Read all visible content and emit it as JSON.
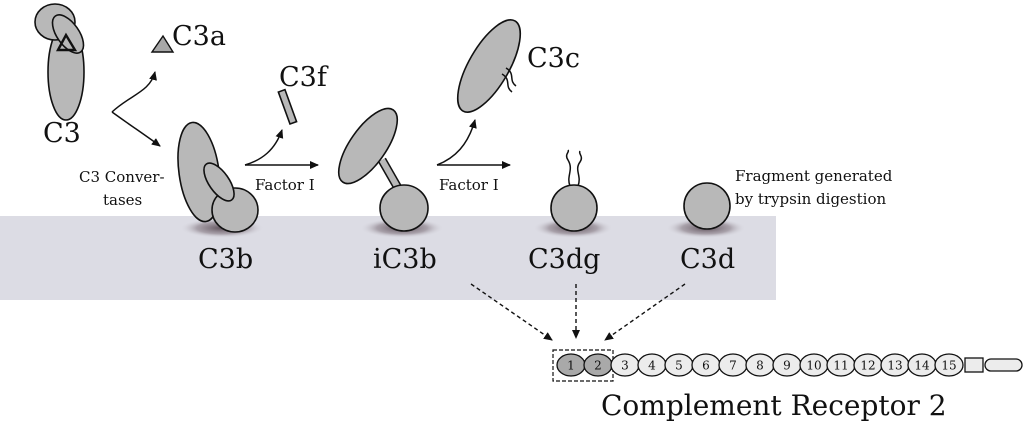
{
  "labels": {
    "c3": "C3",
    "c3a": "C3a",
    "c3f": "C3f",
    "c3c": "C3c",
    "c3_convertases_line1": "C3 Conver-",
    "c3_convertases_line2": "tases",
    "factor_i_1": "Factor I",
    "factor_i_2": "Factor I",
    "fragment_line1": "Fragment generated",
    "fragment_line2": "by trypsin digestion",
    "c3b": "C3b",
    "ic3b": "iC3b",
    "c3dg": "C3dg",
    "c3d": "C3d",
    "receptor_title": "Complement Receptor 2"
  },
  "receptor_domains": [
    "1",
    "2",
    "3",
    "4",
    "5",
    "6",
    "7",
    "8",
    "9",
    "10",
    "11",
    "12",
    "13",
    "14",
    "15"
  ],
  "colors": {
    "fragment_fill": "#b8b8b8",
    "membrane": "#dcdce4",
    "highlight_domain": "#a9a9a9",
    "domain_fill": "#ececec"
  }
}
